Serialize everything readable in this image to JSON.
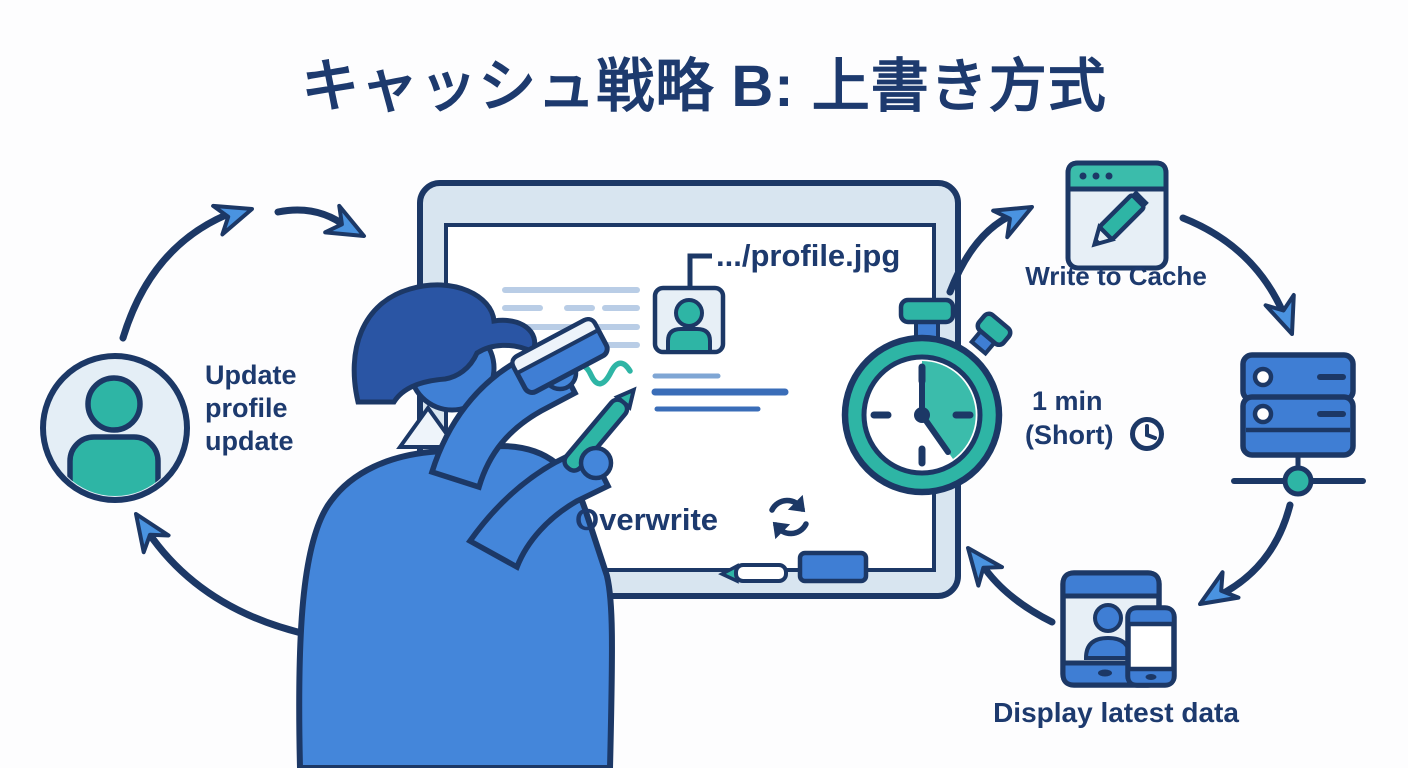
{
  "title": "キャッシュ戦略 B: 上書き方式",
  "colors": {
    "navy_outline": "#1c3866",
    "text_navy": "#1d3a6e",
    "blue": "#4486da",
    "blue_dark": "#3f7ed4",
    "teal": "#2eb5a5",
    "panel_light": "#e7eff6",
    "frame_light": "#d8e5f0",
    "arrowhead_fill": "#4a93e0",
    "faint_line": "#b9cde6",
    "strong_line": "#3a6db8"
  },
  "user_step": {
    "icon": "user-avatar-icon",
    "label_lines": [
      "Update",
      "profile",
      "update"
    ]
  },
  "whiteboard": {
    "file_label": ".../profile.jpg",
    "action_label": "Overwrite",
    "action_icon": "refresh-icon"
  },
  "timer": {
    "icon": "stopwatch-icon",
    "duration": "1 min",
    "qualifier": "(Short)",
    "suffix_icon": "clock-icon"
  },
  "cache_step": {
    "icon": "browser-edit-icon",
    "label": "Write to Cache"
  },
  "server_step": {
    "icon": "server-icon"
  },
  "display_step": {
    "icon": "devices-icon",
    "label": "Display latest data"
  }
}
